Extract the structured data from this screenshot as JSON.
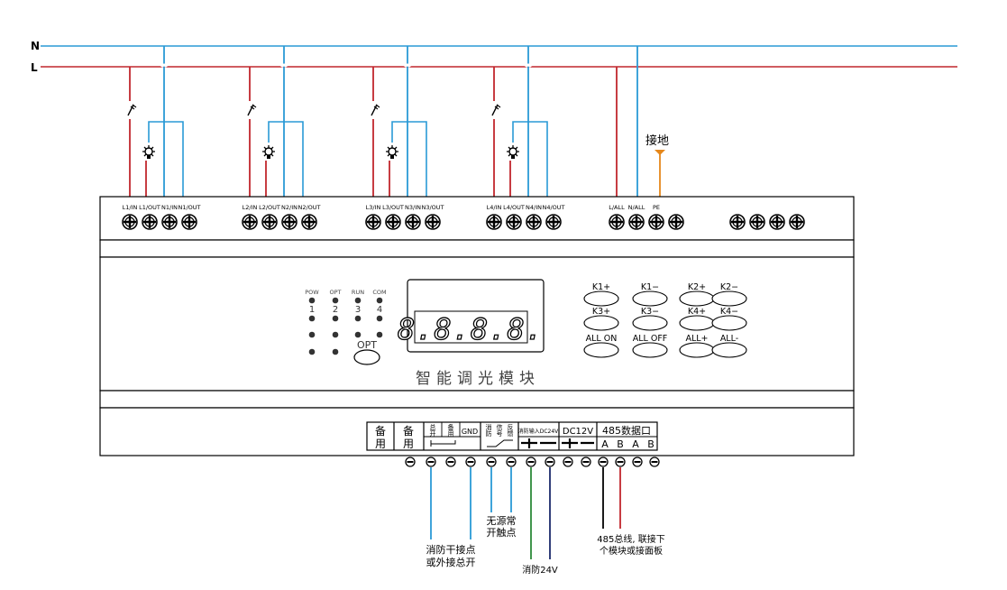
{
  "bus": {
    "neutral": "N",
    "live": "L"
  },
  "channels": [
    {
      "terminals": [
        "L1/IN",
        "L1/OUT",
        "N1/IN",
        "N1/OUT"
      ]
    },
    {
      "terminals": [
        "L2/IN",
        "L2/OUT",
        "N2/IN",
        "N2/OUT"
      ]
    },
    {
      "terminals": [
        "L3/IN",
        "L3/OUT",
        "N3/IN",
        "N3/OUT"
      ]
    },
    {
      "terminals": [
        "L4/IN",
        "L4/OUT",
        "N4/IN",
        "N4/OUT"
      ]
    }
  ],
  "power": {
    "terminals": [
      "L/ALL",
      "N/ALL",
      "PE"
    ],
    "ground_label": "接地"
  },
  "panel": {
    "indicators": [
      {
        "name": "POW",
        "num": "1"
      },
      {
        "name": "OPT",
        "num": "2"
      },
      {
        "name": "RUN",
        "num": "3"
      },
      {
        "name": "COM",
        "num": "4"
      }
    ],
    "opt_button": "OPT",
    "display": "8.8.8.8.",
    "title": "智能调光模块",
    "buttons": [
      "K1+",
      "K1−",
      "K2+",
      "K2−",
      "K3+",
      "K3−",
      "K4+",
      "K4−",
      "ALL ON",
      "ALL OFF",
      "ALL+",
      "ALL-"
    ]
  },
  "bottom": {
    "spare1": [
      "备",
      "用"
    ],
    "spare2": [
      "备",
      "用"
    ],
    "master": {
      "top_a": [
        "总",
        "开"
      ],
      "top_b": [
        "备",
        "用"
      ],
      "gnd": "GND"
    },
    "fire": [
      "消",
      "防",
      "信",
      "号",
      "反",
      "馈"
    ],
    "fire_input": "消防输入DC24V",
    "dc12v": "DC12V",
    "rs485": "485数据口",
    "rs485_pins": [
      "A",
      "B",
      "A",
      "B"
    ]
  },
  "notes": {
    "fire_dry": [
      "消防干接点",
      "或外接总开"
    ],
    "passive_no": [
      "无源常",
      "开触点"
    ],
    "fire24": "消防24V",
    "rs485_bus": [
      "485总线, 联接下",
      "个模块或接面板"
    ]
  },
  "colors": {
    "live": "#c1272d",
    "neutral": "#2a9ad6",
    "pe": "#e5871b",
    "green": "#2e8b3a",
    "navy": "#1b2a6b"
  }
}
